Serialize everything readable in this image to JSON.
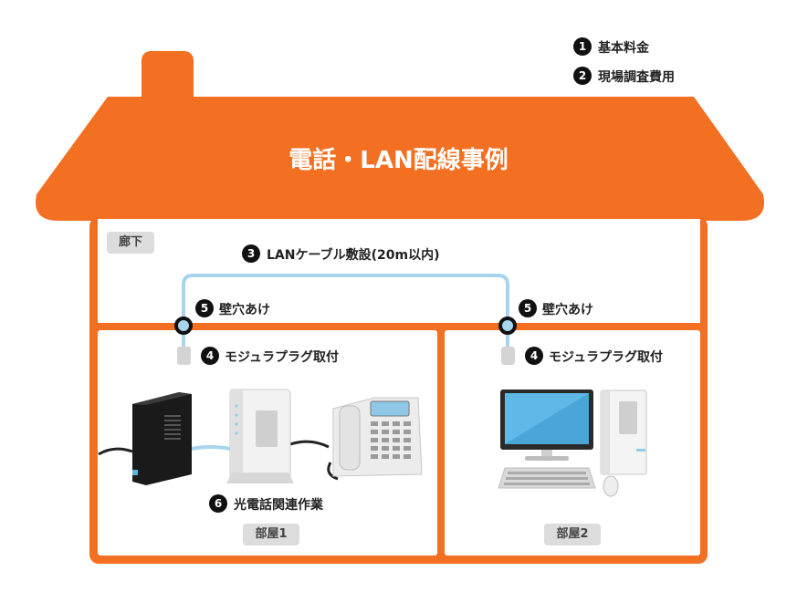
{
  "legend": {
    "item1": {
      "number": "1",
      "label": "基本料金"
    },
    "item2": {
      "number": "2",
      "label": "現場調査費用"
    }
  },
  "title": "電話・LAN配線事例",
  "hallway": {
    "label": "廊下"
  },
  "cable": {
    "number": "3",
    "label": "LANケーブル敷設(20m以内)"
  },
  "wall_hole_left": {
    "number": "5",
    "label": "壁穴あけ"
  },
  "wall_hole_right": {
    "number": "5",
    "label": "壁穴あけ"
  },
  "jack_left": {
    "number": "4",
    "label": "モジュラプラグ取付"
  },
  "jack_right": {
    "number": "4",
    "label": "モジュラプラグ取付"
  },
  "phone_work": {
    "number": "6",
    "label": "光電話関連作業"
  },
  "room1": {
    "label": "部屋1"
  },
  "room2": {
    "label": "部屋2"
  },
  "colors": {
    "house": "#f36f21",
    "cable": "#a8d4ec",
    "dark": "#111111"
  }
}
